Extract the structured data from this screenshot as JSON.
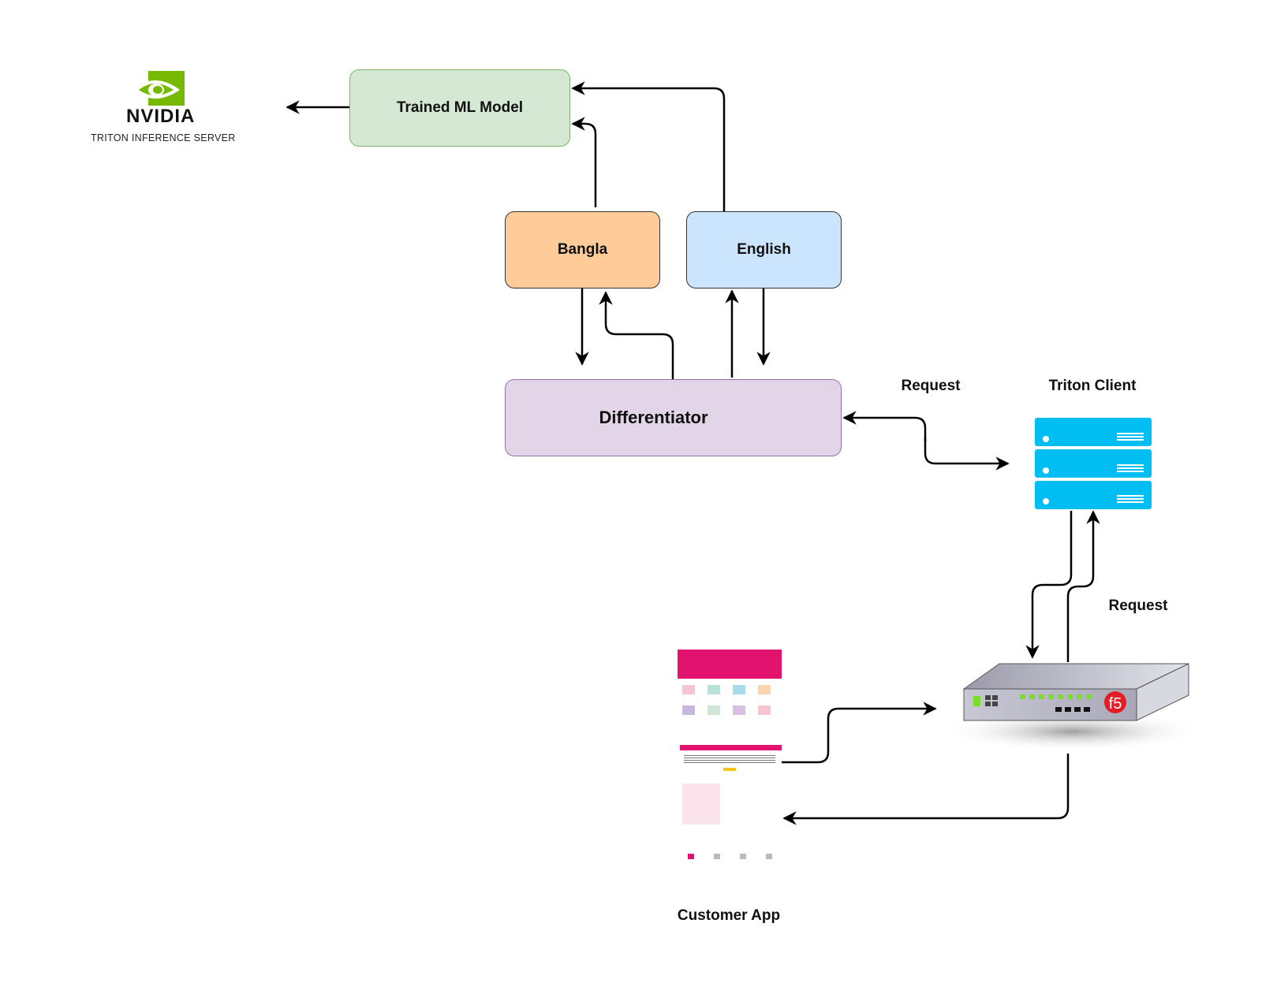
{
  "nodes": {
    "trained_model": "Trained ML Model",
    "bangla": "Bangla",
    "english": "English",
    "differentiator": "Differentiator"
  },
  "labels": {
    "request_top": "Request",
    "triton_client": "Triton Client",
    "request_right": "Request",
    "customer_app": "Customer App"
  },
  "logo": {
    "brand": "NVIDIA",
    "subtitle": "TRITON INFERENCE SERVER"
  },
  "icons": {
    "server": "server-stack-icon",
    "load_balancer": "f5-load-balancer-icon",
    "phone": "mobile-app-screenshot",
    "f5_text": "f5"
  },
  "colors": {
    "trained_model_fill": "#d5e8d4",
    "trained_model_border": "#82b366",
    "bangla_fill": "#ffcc99",
    "english_fill": "#cce5ff",
    "differentiator_fill": "#e1d5e7",
    "differentiator_border": "#9673a6",
    "server": "#00bef2",
    "nvidia_green": "#76b900",
    "app_pink": "#e2136e"
  }
}
